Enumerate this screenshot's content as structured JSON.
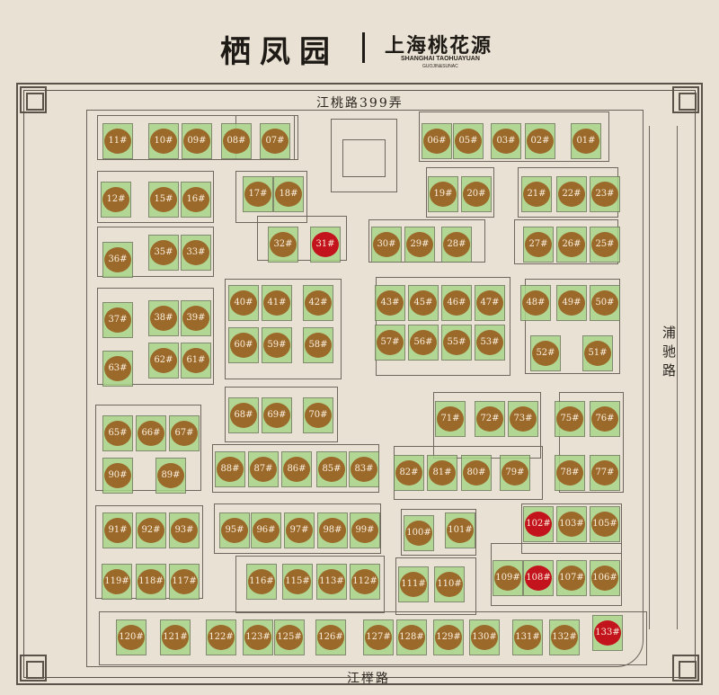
{
  "header": {
    "title": "栖凤园",
    "brand": "上海桃花源",
    "brand_en": "SHANGHAI TAOHUAYUAN",
    "brand_sub": "GUOJIN&SUNAC"
  },
  "roads": {
    "north": "江桃路399弄",
    "east": "浦驰路",
    "south": "江榉路"
  },
  "colors": {
    "background": "#e9e1d3",
    "lot_green": "#a9d68a",
    "unit_default": "#9b6a2a",
    "unit_highlighted": "#c3141e"
  },
  "units": [
    {
      "label": "11#"
    },
    {
      "label": "10#"
    },
    {
      "label": "09#"
    },
    {
      "label": "08#"
    },
    {
      "label": "07#"
    },
    {
      "label": "06#"
    },
    {
      "label": "05#"
    },
    {
      "label": "03#"
    },
    {
      "label": "02#"
    },
    {
      "label": "01#"
    },
    {
      "label": "12#"
    },
    {
      "label": "15#"
    },
    {
      "label": "16#"
    },
    {
      "label": "17#"
    },
    {
      "label": "18#"
    },
    {
      "label": "19#"
    },
    {
      "label": "20#"
    },
    {
      "label": "21#"
    },
    {
      "label": "22#"
    },
    {
      "label": "23#"
    },
    {
      "label": "36#"
    },
    {
      "label": "35#"
    },
    {
      "label": "33#"
    },
    {
      "label": "32#"
    },
    {
      "label": "31#",
      "highlighted": true
    },
    {
      "label": "30#"
    },
    {
      "label": "29#"
    },
    {
      "label": "28#"
    },
    {
      "label": "27#"
    },
    {
      "label": "26#"
    },
    {
      "label": "25#"
    },
    {
      "label": "37#"
    },
    {
      "label": "38#"
    },
    {
      "label": "39#"
    },
    {
      "label": "40#"
    },
    {
      "label": "41#"
    },
    {
      "label": "42#"
    },
    {
      "label": "43#"
    },
    {
      "label": "45#"
    },
    {
      "label": "46#"
    },
    {
      "label": "47#"
    },
    {
      "label": "48#"
    },
    {
      "label": "49#"
    },
    {
      "label": "50#"
    },
    {
      "label": "63#"
    },
    {
      "label": "62#"
    },
    {
      "label": "61#"
    },
    {
      "label": "60#"
    },
    {
      "label": "59#"
    },
    {
      "label": "58#"
    },
    {
      "label": "57#"
    },
    {
      "label": "56#"
    },
    {
      "label": "55#"
    },
    {
      "label": "53#"
    },
    {
      "label": "52#"
    },
    {
      "label": "51#"
    },
    {
      "label": "65#"
    },
    {
      "label": "66#"
    },
    {
      "label": "67#"
    },
    {
      "label": "68#"
    },
    {
      "label": "69#"
    },
    {
      "label": "70#"
    },
    {
      "label": "71#"
    },
    {
      "label": "72#"
    },
    {
      "label": "73#"
    },
    {
      "label": "75#"
    },
    {
      "label": "76#"
    },
    {
      "label": "90#"
    },
    {
      "label": "89#"
    },
    {
      "label": "88#"
    },
    {
      "label": "87#"
    },
    {
      "label": "86#"
    },
    {
      "label": "85#"
    },
    {
      "label": "83#"
    },
    {
      "label": "82#"
    },
    {
      "label": "81#"
    },
    {
      "label": "80#"
    },
    {
      "label": "79#"
    },
    {
      "label": "78#"
    },
    {
      "label": "77#"
    },
    {
      "label": "91#"
    },
    {
      "label": "92#"
    },
    {
      "label": "93#"
    },
    {
      "label": "95#"
    },
    {
      "label": "96#"
    },
    {
      "label": "97#"
    },
    {
      "label": "98#"
    },
    {
      "label": "99#"
    },
    {
      "label": "100#"
    },
    {
      "label": "101#"
    },
    {
      "label": "102#",
      "highlighted": true
    },
    {
      "label": "103#"
    },
    {
      "label": "105#"
    },
    {
      "label": "119#"
    },
    {
      "label": "118#"
    },
    {
      "label": "117#"
    },
    {
      "label": "116#"
    },
    {
      "label": "115#"
    },
    {
      "label": "113#"
    },
    {
      "label": "112#"
    },
    {
      "label": "111#"
    },
    {
      "label": "110#"
    },
    {
      "label": "109#"
    },
    {
      "label": "108#",
      "highlighted": true
    },
    {
      "label": "107#"
    },
    {
      "label": "106#"
    },
    {
      "label": "120#"
    },
    {
      "label": "121#"
    },
    {
      "label": "122#"
    },
    {
      "label": "123#"
    },
    {
      "label": "125#"
    },
    {
      "label": "126#"
    },
    {
      "label": "127#"
    },
    {
      "label": "128#"
    },
    {
      "label": "129#"
    },
    {
      "label": "130#"
    },
    {
      "label": "131#"
    },
    {
      "label": "132#"
    },
    {
      "label": "133#",
      "highlighted": true
    }
  ]
}
